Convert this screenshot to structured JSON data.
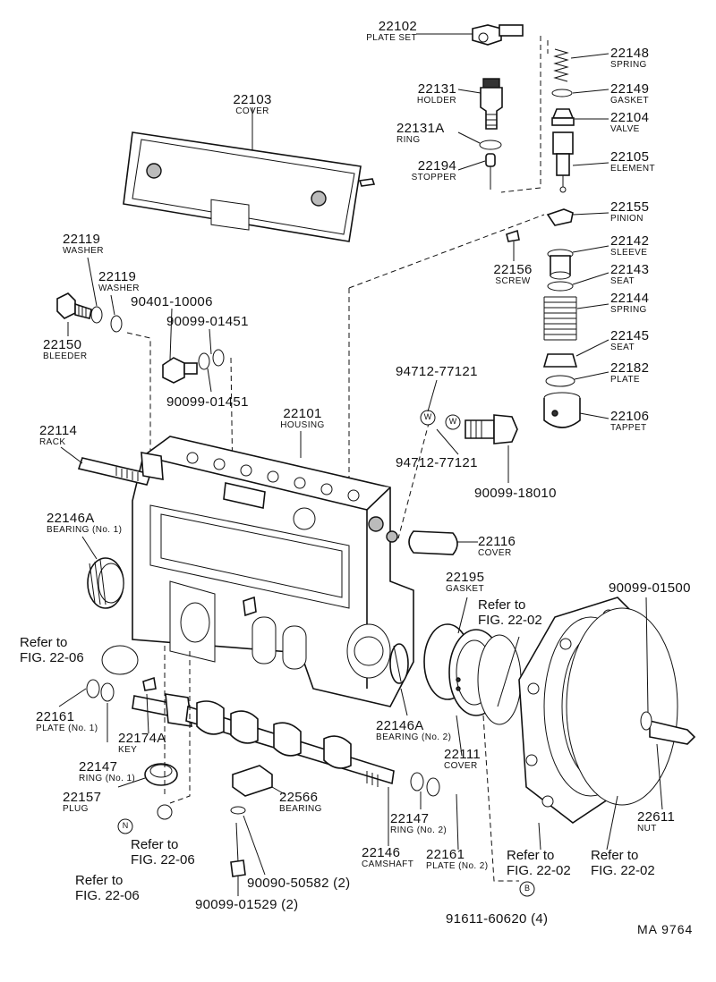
{
  "parts": [
    {
      "id": "p22102",
      "num": "22102",
      "desc": "PLATE SET"
    },
    {
      "id": "p22148",
      "num": "22148",
      "desc": "SPRING"
    },
    {
      "id": "p22149",
      "num": "22149",
      "desc": "GASKET"
    },
    {
      "id": "p22104",
      "num": "22104",
      "desc": "VALVE"
    },
    {
      "id": "p22105",
      "num": "22105",
      "desc": "ELEMENT"
    },
    {
      "id": "p22155",
      "num": "22155",
      "desc": "PINION"
    },
    {
      "id": "p22142",
      "num": "22142",
      "desc": "SLEEVE"
    },
    {
      "id": "p22143",
      "num": "22143",
      "desc": "SEAT"
    },
    {
      "id": "p22144",
      "num": "22144",
      "desc": "SPRING"
    },
    {
      "id": "p22145",
      "num": "22145",
      "desc": "SEAT"
    },
    {
      "id": "p22182",
      "num": "22182",
      "desc": "PLATE"
    },
    {
      "id": "p22106",
      "num": "22106",
      "desc": "TAPPET"
    },
    {
      "id": "p22131",
      "num": "22131",
      "desc": "HOLDER"
    },
    {
      "id": "p22131A",
      "num": "22131A",
      "desc": "RING"
    },
    {
      "id": "p22194",
      "num": "22194",
      "desc": "STOPPER"
    },
    {
      "id": "p22103",
      "num": "22103",
      "desc": "COVER"
    },
    {
      "id": "p22156",
      "num": "22156",
      "desc": "SCREW"
    },
    {
      "id": "p22119a",
      "num": "22119",
      "desc": "WASHER"
    },
    {
      "id": "p22119b",
      "num": "22119",
      "desc": "WASHER"
    },
    {
      "id": "p22150",
      "num": "22150",
      "desc": "BLEEDER"
    },
    {
      "id": "p90401",
      "num": "90401-10006",
      "desc": ""
    },
    {
      "id": "p90099a",
      "num": "90099-01451",
      "desc": ""
    },
    {
      "id": "p90099b",
      "num": "90099-01451",
      "desc": ""
    },
    {
      "id": "p94712a",
      "num": "94712-77121",
      "desc": ""
    },
    {
      "id": "p94712b",
      "num": "94712-77121",
      "desc": ""
    },
    {
      "id": "p90099c",
      "num": "90099-18010",
      "desc": ""
    },
    {
      "id": "p22101",
      "num": "22101",
      "desc": "HOUSING"
    },
    {
      "id": "p22114",
      "num": "22114",
      "desc": "RACK"
    },
    {
      "id": "p22146A1",
      "num": "22146A",
      "desc": "BEARING (No. 1)"
    },
    {
      "id": "p22116",
      "num": "22116",
      "desc": "COVER"
    },
    {
      "id": "p22195",
      "num": "22195",
      "desc": "GASKET"
    },
    {
      "id": "p90099d",
      "num": "90099-01500",
      "desc": ""
    },
    {
      "id": "p22161a",
      "num": "22161",
      "desc": "PLATE (No. 1)"
    },
    {
      "id": "p22174A",
      "num": "22174A",
      "desc": "KEY"
    },
    {
      "id": "p22147a",
      "num": "22147",
      "desc": "RING (No. 1)"
    },
    {
      "id": "p22157",
      "num": "22157",
      "desc": "PLUG"
    },
    {
      "id": "p22146A2",
      "num": "22146A",
      "desc": "BEARING (No. 2)"
    },
    {
      "id": "p22111",
      "num": "22111",
      "desc": "COVER"
    },
    {
      "id": "p22566",
      "num": "22566",
      "desc": "BEARING"
    },
    {
      "id": "p22147b",
      "num": "22147",
      "desc": "RING (No. 2)"
    },
    {
      "id": "p22161b",
      "num": "22161",
      "desc": "PLATE (No. 2)"
    },
    {
      "id": "p22146",
      "num": "22146",
      "desc": "CAMSHAFT"
    },
    {
      "id": "p22611",
      "num": "22611",
      "desc": "NUT"
    },
    {
      "id": "p90090",
      "num": "90090-50582 (2)",
      "desc": ""
    },
    {
      "id": "p90099e",
      "num": "90099-01529 (2)",
      "desc": ""
    },
    {
      "id": "p91611",
      "num": "91611-60620 (4)",
      "desc": ""
    }
  ],
  "refs": [
    {
      "id": "ref1",
      "line1": "Refer to",
      "line2": "FIG. 22-06"
    },
    {
      "id": "ref2",
      "line1": "Refer to",
      "line2": "FIG. 22-02"
    },
    {
      "id": "ref3",
      "line1": "Refer to",
      "line2": "FIG. 22-06"
    },
    {
      "id": "ref4",
      "line1": "Refer to",
      "line2": "FIG. 22-06"
    },
    {
      "id": "ref5",
      "line1": "Refer to",
      "line2": "FIG. 22-02"
    },
    {
      "id": "ref6",
      "line1": "Refer to",
      "line2": "FIG. 22-02"
    }
  ],
  "markers": {
    "w1": "W",
    "w2": "W",
    "n": "N",
    "b": "B"
  },
  "figure_code": "MA 9764"
}
